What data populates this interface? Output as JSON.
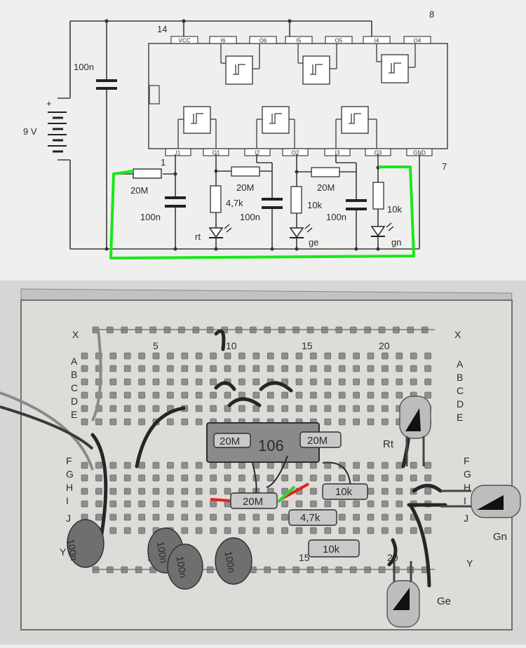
{
  "schematic": {
    "battery_label": "9 V",
    "cap_top_label": "100n",
    "pin_numbers": {
      "vcc_pin": "14",
      "pin8": "8",
      "pin1": "1",
      "pin7": "7"
    },
    "top_pins": [
      "VCC",
      "I6",
      "O6",
      "I5",
      "O5",
      "I4",
      "O4"
    ],
    "bottom_pins": [
      "I1",
      "O1",
      "I2",
      "O2",
      "I3",
      "O3",
      "GND"
    ],
    "components": {
      "r1": "20M",
      "c1": "100n",
      "r_led1": "4,7k",
      "led1": "rt",
      "r2": "20M",
      "c2": "100n",
      "r_led2": "10k",
      "led2": "ge",
      "r3": "20M",
      "c3": "100n",
      "r_led3": "10k",
      "led3": "gn"
    },
    "highlight_color": "#19e819"
  },
  "breadboard": {
    "row_x": "X",
    "row_y": "Y",
    "rows_top": [
      "A",
      "B",
      "C",
      "D",
      "E"
    ],
    "rows_bottom": [
      "F",
      "G",
      "H",
      "I",
      "J"
    ],
    "col_numbers": [
      "5",
      "10",
      "15",
      "20"
    ],
    "chip_label": "106",
    "chip_resistors": [
      "20M",
      "20M"
    ],
    "resistors": [
      "20M",
      "10k",
      "4,7k",
      "10k"
    ],
    "capacitors": [
      "100n",
      "100n",
      "100n",
      "100n"
    ],
    "leds": [
      "Rt",
      "Gn",
      "Ge"
    ],
    "marker_colors": {
      "red": "#e41e1e",
      "green": "#2fd42f"
    }
  }
}
